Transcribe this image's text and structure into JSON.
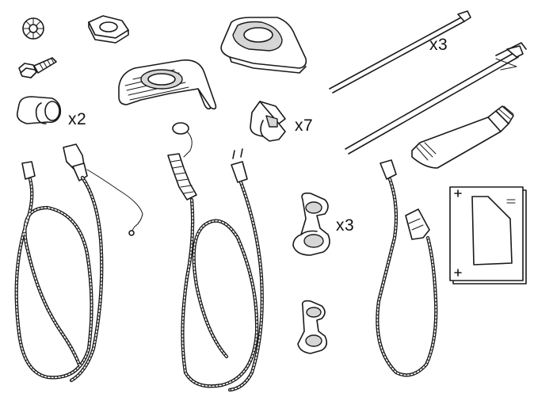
{
  "quantities": {
    "zip_ties": "x3",
    "split_clip": "x2",
    "spring_clips": "x7",
    "double_clips": "x3"
  },
  "colors": {
    "ink": "#1a1a1a",
    "shade": "#d6d6d6",
    "paper": "#ffffff"
  },
  "icons": {
    "star_washer": "star-washer-icon",
    "hex_nut": "hex-nut-icon",
    "screw": "hex-screw-icon",
    "grommet": "grommet-icon",
    "bracket": "bracket-icon",
    "zip_tie": "zip-tie-icon",
    "grease_tube": "grease-tube-icon",
    "instruction_sheet": "instruction-sheet-icon"
  }
}
